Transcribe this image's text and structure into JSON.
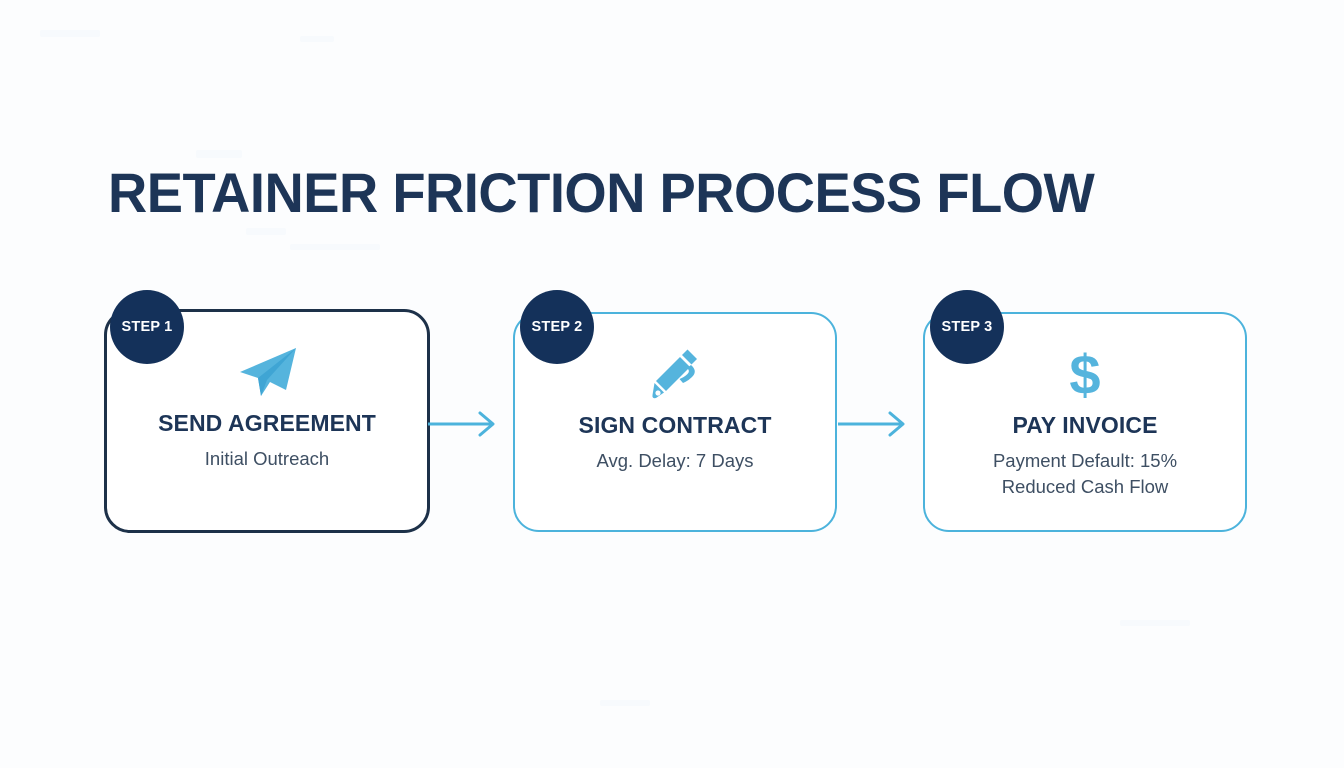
{
  "page": {
    "title": "RETAINER FRICTION PROCESS FLOW",
    "background_color": "#fcfdfe",
    "navy": "#1d3557",
    "badge_navy": "#14315a",
    "accent_blue": "#4cb3dc"
  },
  "flow": {
    "steps": [
      {
        "badge": "STEP 1",
        "icon": "paper-plane-icon",
        "title": "SEND AGREEMENT",
        "subtitle": "Initial Outreach",
        "border_color": "#1d3149"
      },
      {
        "badge": "STEP 2",
        "icon": "pen-icon",
        "title": "SIGN CONTRACT",
        "subtitle": "Avg. Delay: 7 Days",
        "border_color": "#4cb3dc"
      },
      {
        "badge": "STEP 3",
        "icon": "dollar-sign-icon",
        "title": "PAY INVOICE",
        "subtitle": "Payment Default: 15%\nReduced Cash Flow",
        "border_color": "#4cb3dc"
      }
    ],
    "connectors": [
      {
        "name": "arrow-step1-to-step2",
        "color": "#4cb3dc"
      },
      {
        "name": "arrow-step2-to-step3",
        "color": "#4cb3dc"
      }
    ]
  }
}
